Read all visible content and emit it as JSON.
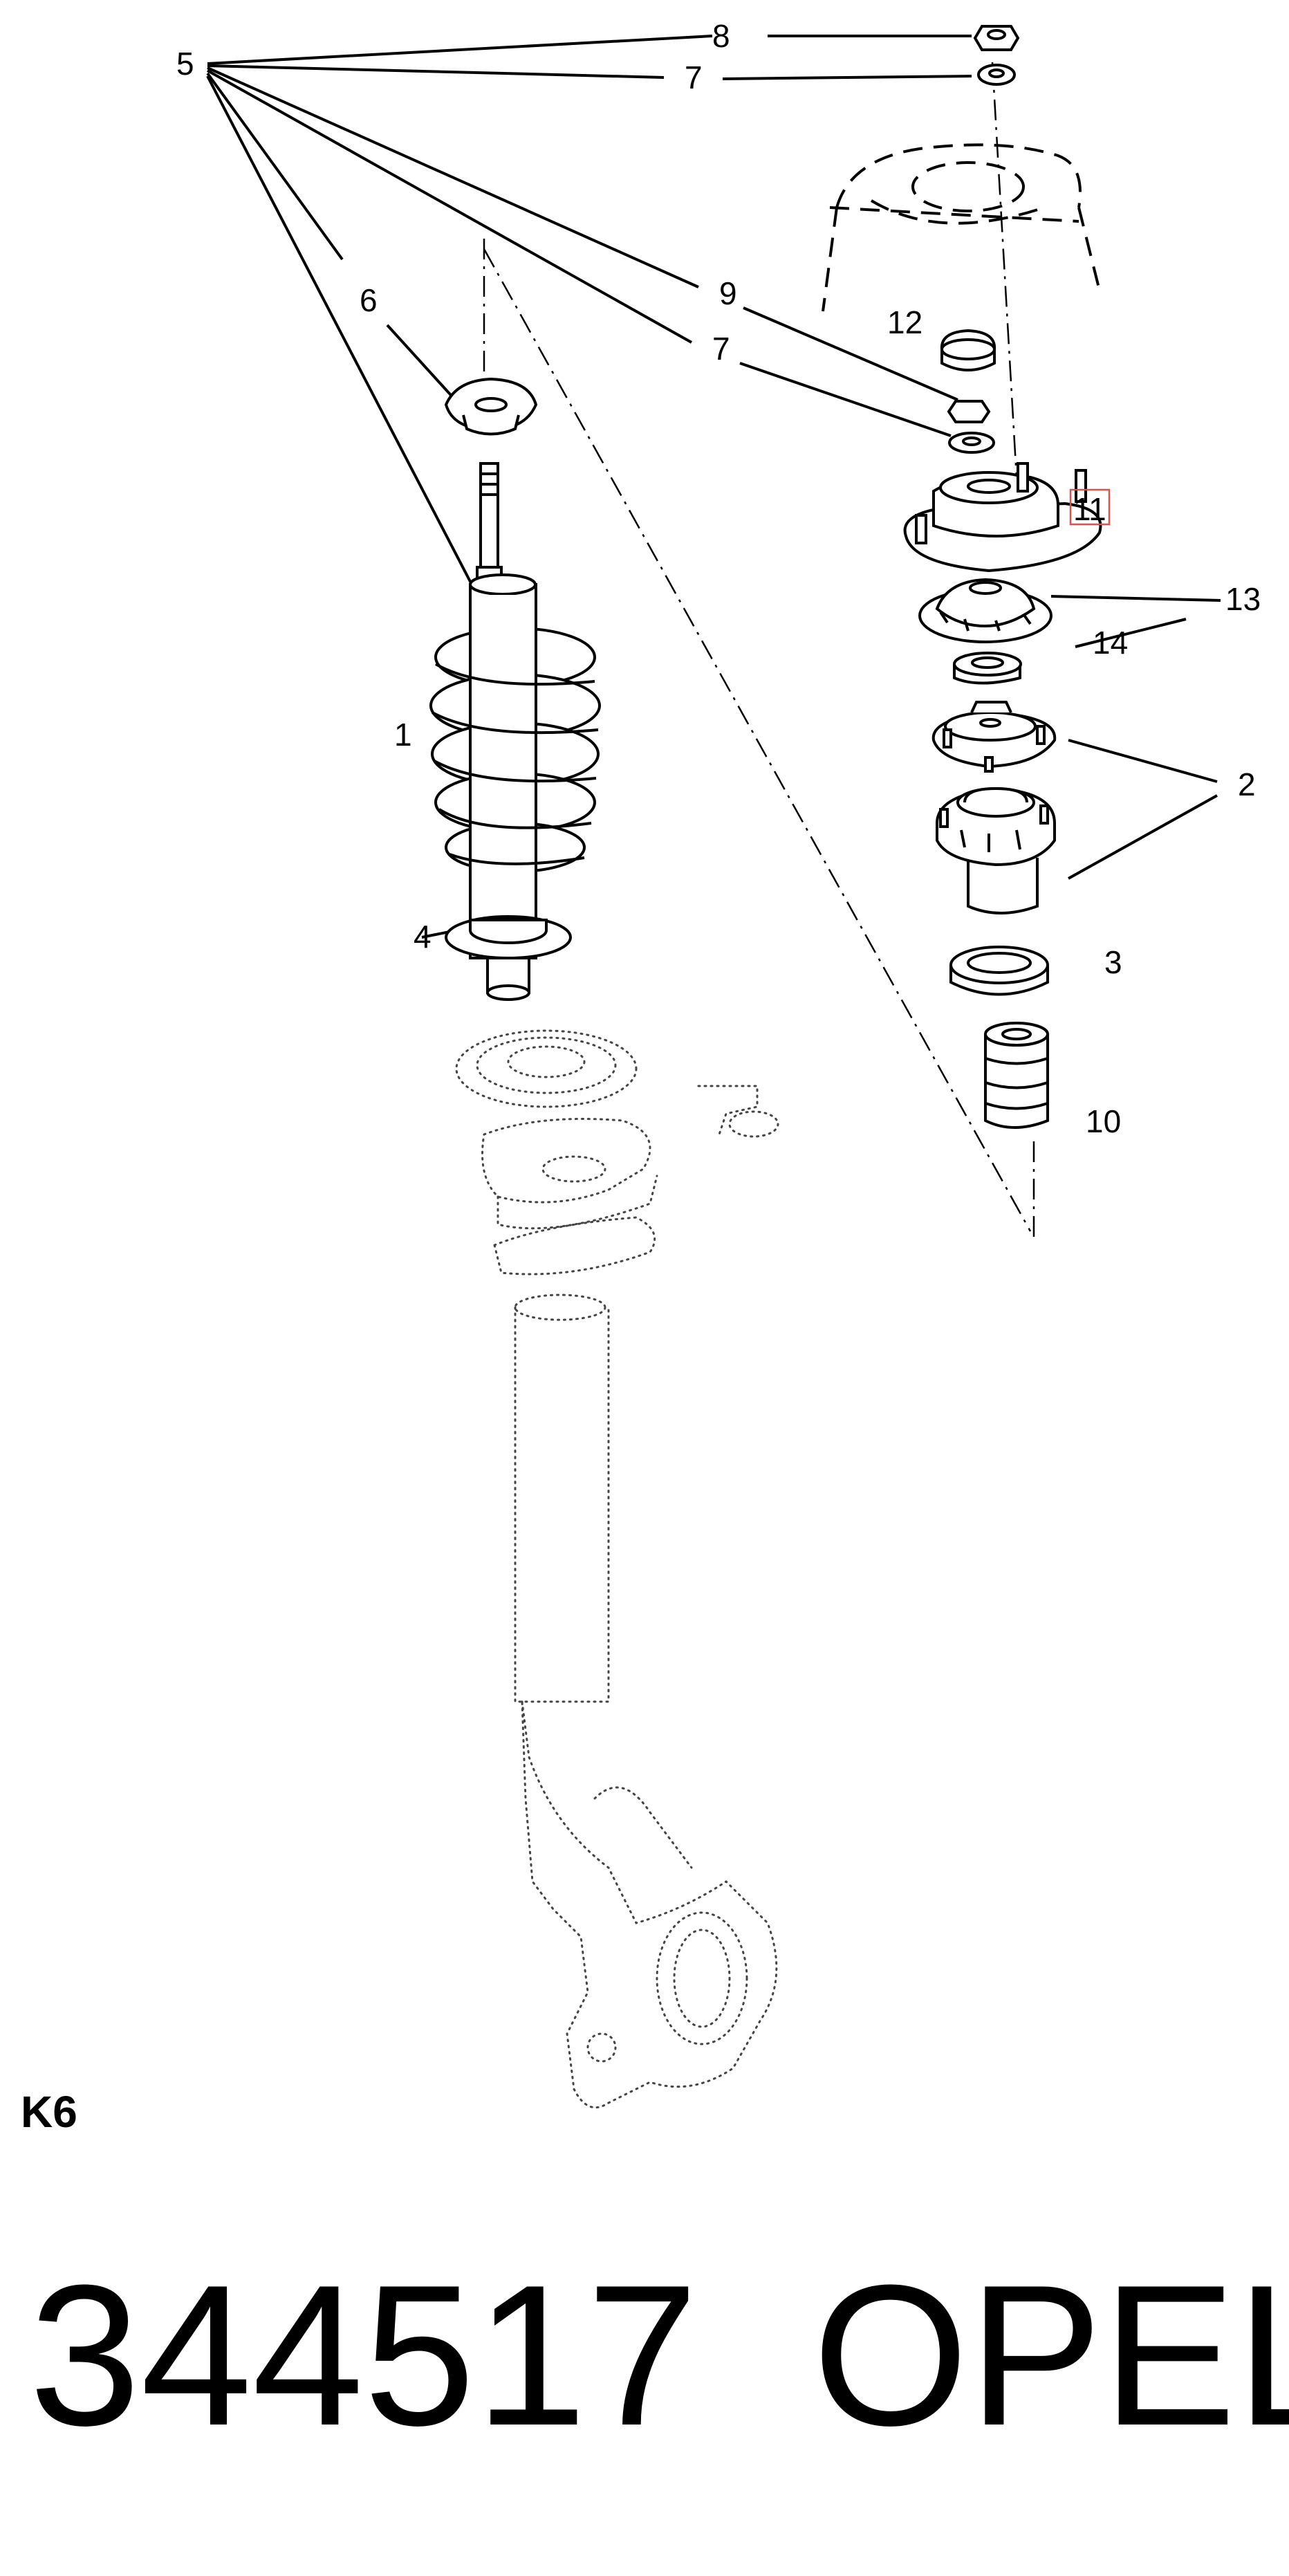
{
  "callouts": {
    "c5": "5",
    "c8": "8",
    "c7a": "7",
    "c6": "6",
    "c9": "9",
    "c7b": "7",
    "c12": "12",
    "c11": "11",
    "c13": "13",
    "c14": "14",
    "c1": "1",
    "c2": "2",
    "c4": "4",
    "c3": "3",
    "c10": "10"
  },
  "section_code": "K6",
  "footer": {
    "part_number": "344517",
    "brand": "OPEL"
  },
  "colors": {
    "highlight_box": "#d9534f",
    "ink": "#000000",
    "phantom": "#444444"
  }
}
